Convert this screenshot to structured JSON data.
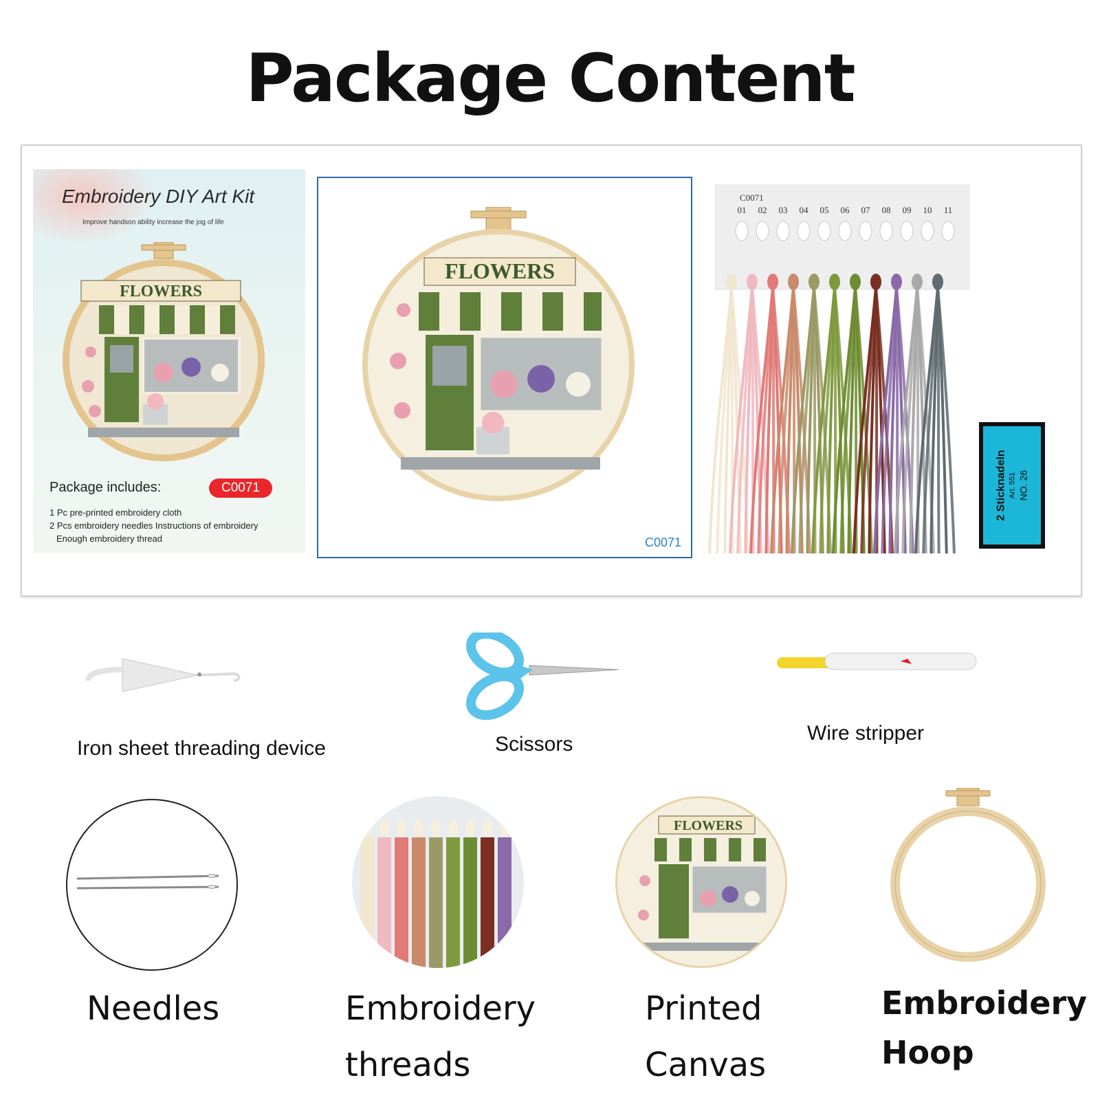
{
  "header": {
    "title": "Package Content"
  },
  "box_cover": {
    "title": "Embroidery DIY Art Kit",
    "subtitle": "Improve handson ability increase the jog of life",
    "sign_text": "FLOWERS",
    "includes_label": "Package includes:",
    "code_badge": "C0071",
    "lines": [
      "1 Pc pre-printed embroidery cloth",
      "2 Pcs embroidery needles Instructions of embroidery",
      "Enough embroidery thread"
    ]
  },
  "printed_canvas": {
    "sign_text": "FLOWERS",
    "code": "C0071"
  },
  "thread_card": {
    "code": "C0071",
    "numbers": [
      "01",
      "02",
      "03",
      "04",
      "05",
      "06",
      "07",
      "08",
      "09",
      "10",
      "11"
    ],
    "thread_colors": [
      "#f1e6cf",
      "#f0b9c0",
      "#e07a76",
      "#c98a6b",
      "#9b9a66",
      "#7f9a3e",
      "#6e8c33",
      "#7a2f22",
      "#8a6aa8",
      "#a9a9a9",
      "#5f6b70"
    ]
  },
  "needle_pack": {
    "line1": "2 Sticknadeln",
    "line2": "Art. 551",
    "line3": "NO. 26"
  },
  "tools": [
    {
      "label": "Iron sheet threading device"
    },
    {
      "label": "Scissors"
    },
    {
      "label": "Wire stripper"
    }
  ],
  "items": {
    "needles": [
      "Needles"
    ],
    "threads": [
      "Embroidery",
      "threads"
    ],
    "canvas": [
      "Printed",
      "Canvas"
    ],
    "hoop": [
      "Embroidery",
      "Hoop"
    ]
  },
  "colors": {
    "badge_red": "#e8262b",
    "frame_blue": "#2c6aa8",
    "awning_green": "#5f7f3a",
    "hoop_wood": "#e8d3a8"
  }
}
